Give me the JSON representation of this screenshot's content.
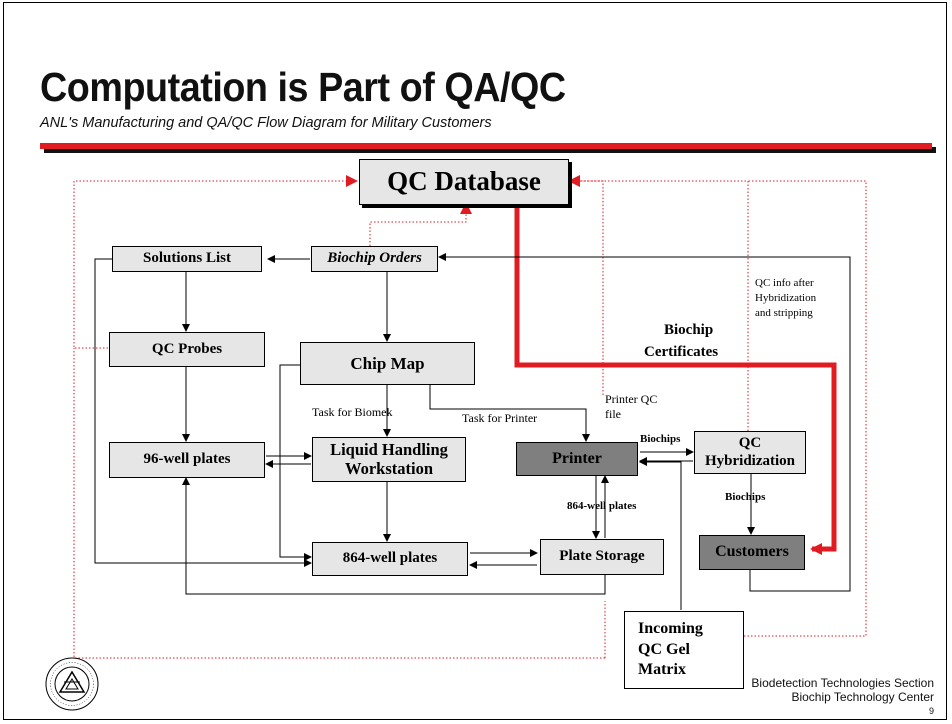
{
  "slide": {
    "title": "Computation is Part of QA/QC",
    "subtitle": "ANL's Manufacturing and QA/QC Flow Diagram for Military Customers",
    "page_number": "9"
  },
  "footer": {
    "line1": "Biodetection Technologies Section",
    "line2": "Biochip Technology Center"
  },
  "colors": {
    "accent_red": "#e11b22",
    "box_light": "#e6e6e6",
    "box_dark": "#7f7f7f"
  },
  "nodes": {
    "qc_database": "QC Database",
    "solutions_list": "Solutions List",
    "biochip_orders": "Biochip Orders",
    "qc_probes": "QC Probes",
    "chip_map": "Chip Map",
    "well_96": "96-well plates",
    "liquid_handling_1": "Liquid Handling",
    "liquid_handling_2": "Workstation",
    "printer": "Printer",
    "qc_hybridization_1": "QC",
    "qc_hybridization_2": "Hybridization",
    "well_864": "864-well plates",
    "plate_storage": "Plate Storage",
    "customers": "Customers",
    "incoming_1": "Incoming",
    "incoming_2": "QC Gel",
    "incoming_3": "Matrix"
  },
  "labels": {
    "task_biomek": "Task for Biomek",
    "task_printer": "Task for Printer",
    "printer_qc_1": "Printer QC",
    "printer_qc_2": "file",
    "biochips_1": "Biochips",
    "biochips_2": "Biochips",
    "well_864_plates": "864-well plates",
    "certificates_1": "Biochip",
    "certificates_2": "Certificates",
    "qc_info_1": "QC info after",
    "qc_info_2": "Hybridization",
    "qc_info_3": "and stripping"
  }
}
